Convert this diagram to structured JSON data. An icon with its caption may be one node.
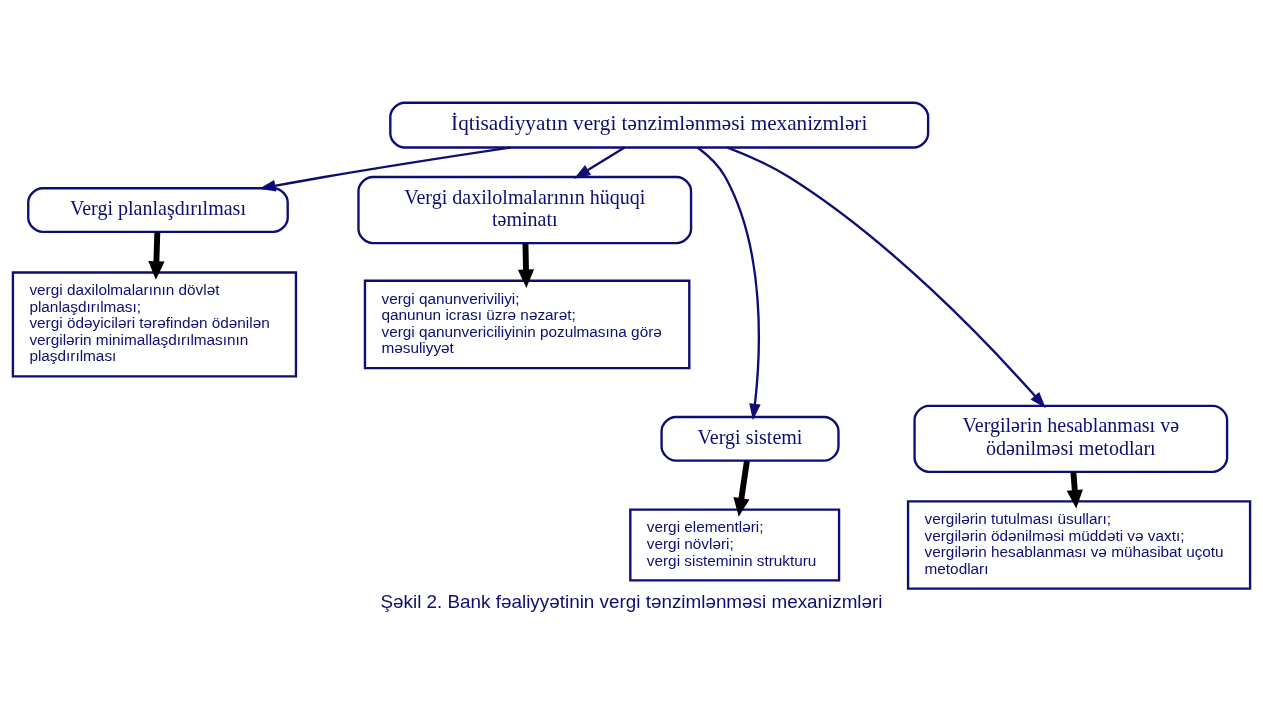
{
  "diagram": {
    "caption": "Şəkil 2. Bank fəaliyyətinin vergi tənzimlənməsi mexanizmləri",
    "nodes": [
      {
        "text": [
          "İqtisadiyyatın vergi tənzimlənməsi mexanizmləri"
        ]
      },
      {
        "text": [
          "Vergi planlaşdırılması"
        ]
      },
      {
        "text": [
          "vergi daxilolmalarının dövlət planlaşdırılması;",
          "vergi ödəyiciləri tərəfindən ödənilən vergilərin minimallaşdırılmasının plaşdırılması"
        ]
      },
      {
        "text": [
          "Vergi daxilolmalarının hüquqi təminatı"
        ]
      },
      {
        "text": [
          "vergi qanunveriviliyi;",
          "qanunun icrası üzrə nəzarət;",
          "vergi qanunvericiliyinin pozulmasına görə məsuliyyət"
        ]
      },
      {
        "text": [
          "Vergi sistemi"
        ]
      },
      {
        "text": [
          "vergi elementləri;",
          "vergi növləri;",
          "vergi sisteminin strukturu"
        ]
      },
      {
        "text": [
          "Vergilərin hesablanması və ödənilməsi metodları"
        ]
      },
      {
        "text": [
          "vergilərin tutulması üsulları;",
          "vergilərin ödənilməsi müddəti və vaxtı;",
          "vergilərin hesablanması və mühasibat uçotu metodları"
        ]
      }
    ],
    "edges": [
      {
        "from": 0,
        "to": 1,
        "arrow": "to"
      },
      {
        "from": 0,
        "to": 3,
        "arrow": "to"
      },
      {
        "from": 0,
        "to": 5,
        "arrow": "to"
      },
      {
        "from": 0,
        "to": 7,
        "arrow": "to"
      },
      {
        "from": 1,
        "to": 2,
        "arrow": "to",
        "style": "thick",
        "color": "#000000"
      },
      {
        "from": 3,
        "to": 4,
        "arrow": "to",
        "style": "thick",
        "color": "#000000"
      },
      {
        "from": 5,
        "to": 6,
        "arrow": "to",
        "style": "thick",
        "color": "#000000"
      },
      {
        "from": 7,
        "to": 8,
        "arrow": "to",
        "style": "thick",
        "color": "#000000"
      }
    ]
  }
}
